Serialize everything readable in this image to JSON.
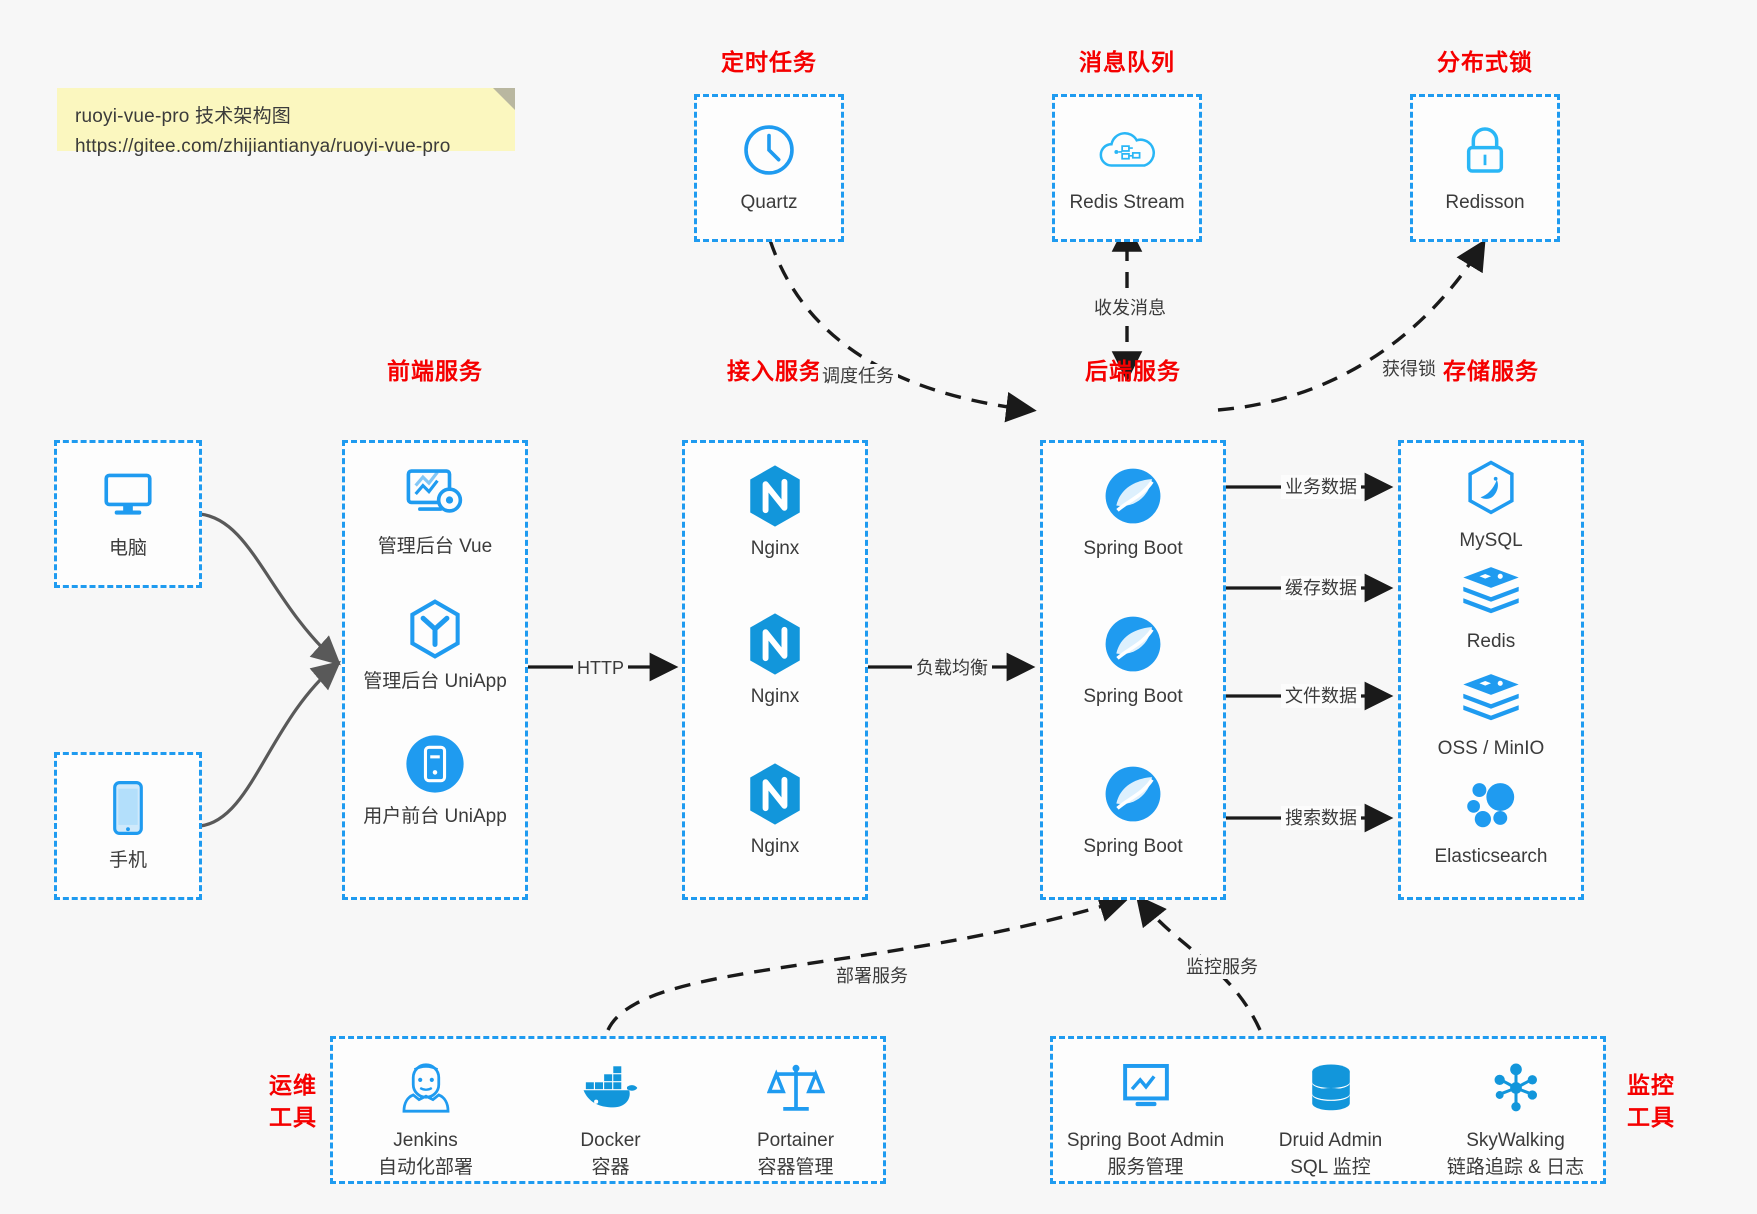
{
  "note": {
    "line1": "ruoyi-vue-pro 技术架构图",
    "line2": "https://gitee.com/zhijiantianya/ruoyi-vue-pro"
  },
  "colors": {
    "accent": "#1f9bf0",
    "title_red": "#f50000",
    "icon_blue": "#1296db",
    "note_bg": "#fbf7bf",
    "canvas_bg": "#f7f7f7",
    "edge_gray": "#595959"
  },
  "groups": {
    "scheduler": {
      "title": "定时任务",
      "nodes": [
        {
          "label": "Quartz",
          "icon": "clock-icon"
        }
      ]
    },
    "mq": {
      "title": "消息队列",
      "nodes": [
        {
          "label": "Redis Stream",
          "icon": "cloud-stream-icon"
        }
      ]
    },
    "lock": {
      "title": "分布式锁",
      "nodes": [
        {
          "label": "Redisson",
          "icon": "lock-icon"
        }
      ]
    },
    "client_pc": {
      "title": "",
      "nodes": [
        {
          "label": "电脑",
          "icon": "desktop-icon"
        }
      ]
    },
    "client_mobile": {
      "title": "",
      "nodes": [
        {
          "label": "手机",
          "icon": "phone-icon"
        }
      ]
    },
    "frontend": {
      "title": "前端服务",
      "nodes": [
        {
          "label": "管理后台 Vue",
          "icon": "dashboard-vue-icon"
        },
        {
          "label": "管理后台 UniApp",
          "icon": "uniapp-cube-icon"
        },
        {
          "label": "用户前台 UniApp",
          "icon": "mobile-app-icon"
        }
      ]
    },
    "gateway": {
      "title": "接入服务",
      "nodes": [
        {
          "label": "Nginx",
          "icon": "nginx-icon"
        },
        {
          "label": "Nginx",
          "icon": "nginx-icon"
        },
        {
          "label": "Nginx",
          "icon": "nginx-icon"
        }
      ]
    },
    "backend": {
      "title": "后端服务",
      "nodes": [
        {
          "label": "Spring Boot",
          "icon": "spring-boot-icon"
        },
        {
          "label": "Spring Boot",
          "icon": "spring-boot-icon"
        },
        {
          "label": "Spring Boot",
          "icon": "spring-boot-icon"
        }
      ]
    },
    "storage": {
      "title": "存储服务",
      "nodes": [
        {
          "label": "MySQL",
          "icon": "mysql-icon"
        },
        {
          "label": "Redis",
          "icon": "redis-icon"
        },
        {
          "label": "OSS / MinIO",
          "icon": "oss-minio-icon"
        },
        {
          "label": "Elasticsearch",
          "icon": "elasticsearch-icon"
        }
      ]
    },
    "devops": {
      "title": "运维\n工具",
      "title_line1": "运维",
      "title_line2": "工具",
      "nodes": [
        {
          "label": "Jenkins",
          "sub": "自动化部署",
          "icon": "jenkins-icon"
        },
        {
          "label": "Docker",
          "sub": "容器",
          "icon": "docker-icon"
        },
        {
          "label": "Portainer",
          "sub": "容器管理",
          "icon": "portainer-icon"
        }
      ]
    },
    "monitor": {
      "title_line1": "监控",
      "title_line2": "工具",
      "nodes": [
        {
          "label": "Spring Boot Admin",
          "sub": "服务管理",
          "icon": "monitor-screen-icon"
        },
        {
          "label": "Druid Admin",
          "sub": "SQL 监控",
          "icon": "database-icon"
        },
        {
          "label": "SkyWalking",
          "sub": "链路追踪 & 日志",
          "icon": "skywalking-icon"
        }
      ]
    }
  },
  "edges": {
    "http": "HTTP",
    "load_balance": "负载均衡",
    "schedule_task": "调度任务",
    "mq_send_receive": "收发消息",
    "acquire_lock": "获得锁",
    "business_data": "业务数据",
    "cache_data": "缓存数据",
    "file_data": "文件数据",
    "search_data": "搜索数据",
    "deploy_service": "部署服务",
    "monitor_service": "监控服务"
  }
}
